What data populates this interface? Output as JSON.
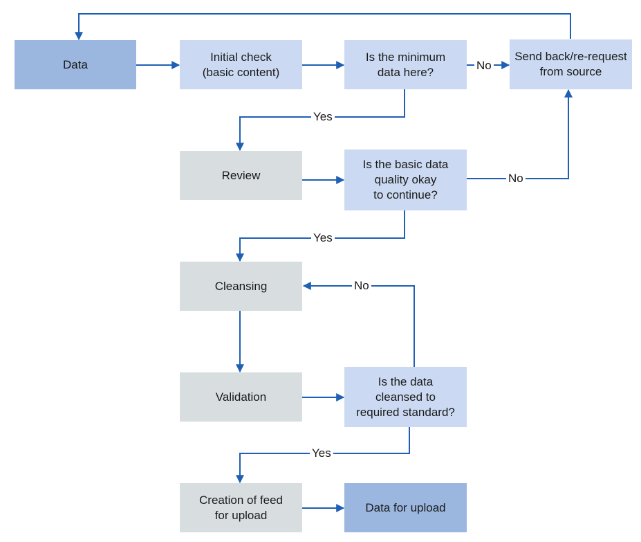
{
  "diagram": {
    "nodes": {
      "data": "Data",
      "initial_check": "Initial check\n(basic content)",
      "min_data_q": "Is the minimum\ndata here?",
      "send_back": "Send back/re-request\nfrom source",
      "review": "Review",
      "quality_q": "Is the basic data\nquality okay\nto continue?",
      "cleansing": "Cleansing",
      "validation": "Validation",
      "cleansed_q": "Is the data\ncleansed to\nrequired standard?",
      "creation_feed": "Creation of feed\nfor upload",
      "data_for_upload": "Data for upload"
    },
    "edge_labels": {
      "min_no": "No",
      "min_yes": "Yes",
      "quality_no": "No",
      "quality_yes": "Yes",
      "cleansed_no": "No",
      "cleansed_yes": "Yes"
    },
    "colors": {
      "arrow": "#1f5fb4",
      "terminal_fill": "#9bb7df",
      "decision_fill": "#cbdaf2",
      "process_fill": "#d8dde0"
    }
  }
}
